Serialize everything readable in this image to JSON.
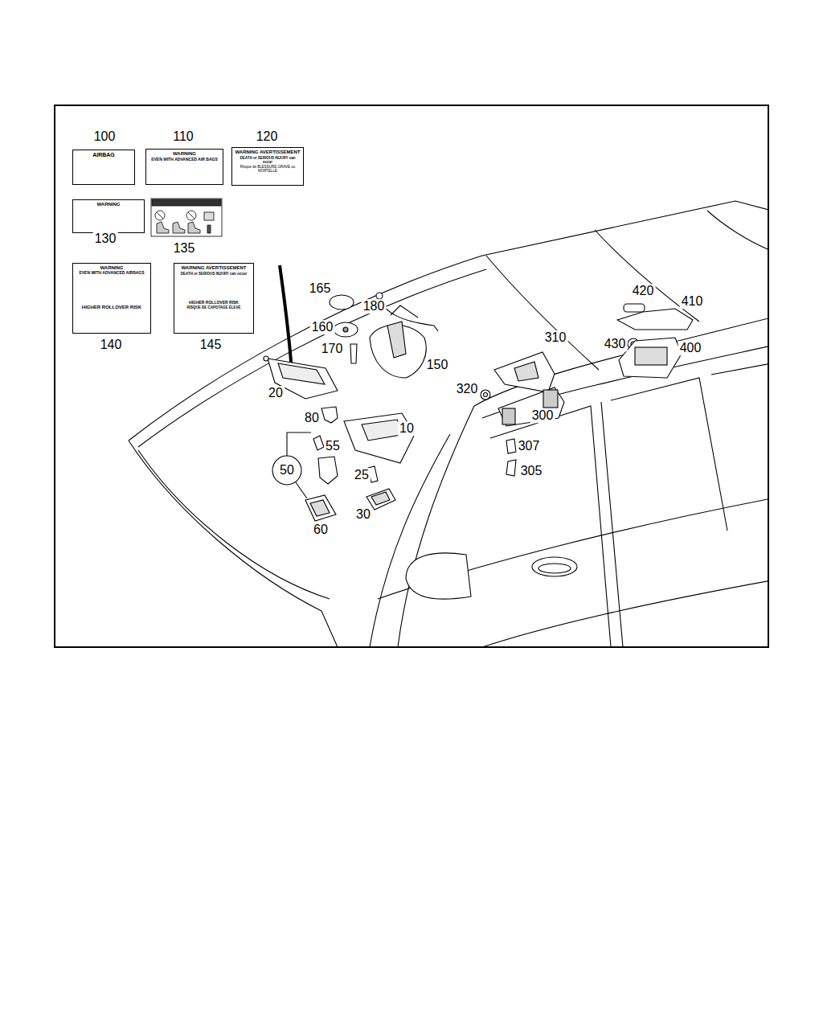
{
  "diagram": {
    "nodes": [
      {
        "text": [
          "AIRBAG"
        ]
      },
      {
        "text": [
          "WARNING",
          "EVEN WITH ADVANCED AIR BAGS"
        ]
      },
      {
        "text": [
          "WARNING AVERTISSEMENT",
          "DEATH or SERIOUS INJURY can occur",
          "Risque de BLESSURE GRAVE ou MORTELLE"
        ]
      },
      {
        "text": [
          "WARNING"
        ]
      },
      {
        "text": [
          "WARNING",
          "EVEN WITH ADVANCED AIRBAGS",
          "HIGHER ROLLOVER RISK"
        ]
      },
      {
        "text": [
          "WARNING AVERTISSEMENT",
          "DEATH or SERIOUS INJURY can occur",
          "HIGHER ROLLOVER RISK",
          "RISQUE DE CAPOTAGE ÉLEVÉ"
        ]
      }
    ],
    "labels": [
      "100",
      "110",
      "120",
      "130",
      "135",
      "165",
      "420",
      "180",
      "410",
      "140",
      "145",
      "160",
      "310",
      "430",
      "400",
      "170",
      "150",
      "320",
      "20",
      "300",
      "80",
      "10",
      "55",
      "307",
      "50",
      "25",
      "305",
      "30",
      "60"
    ]
  }
}
